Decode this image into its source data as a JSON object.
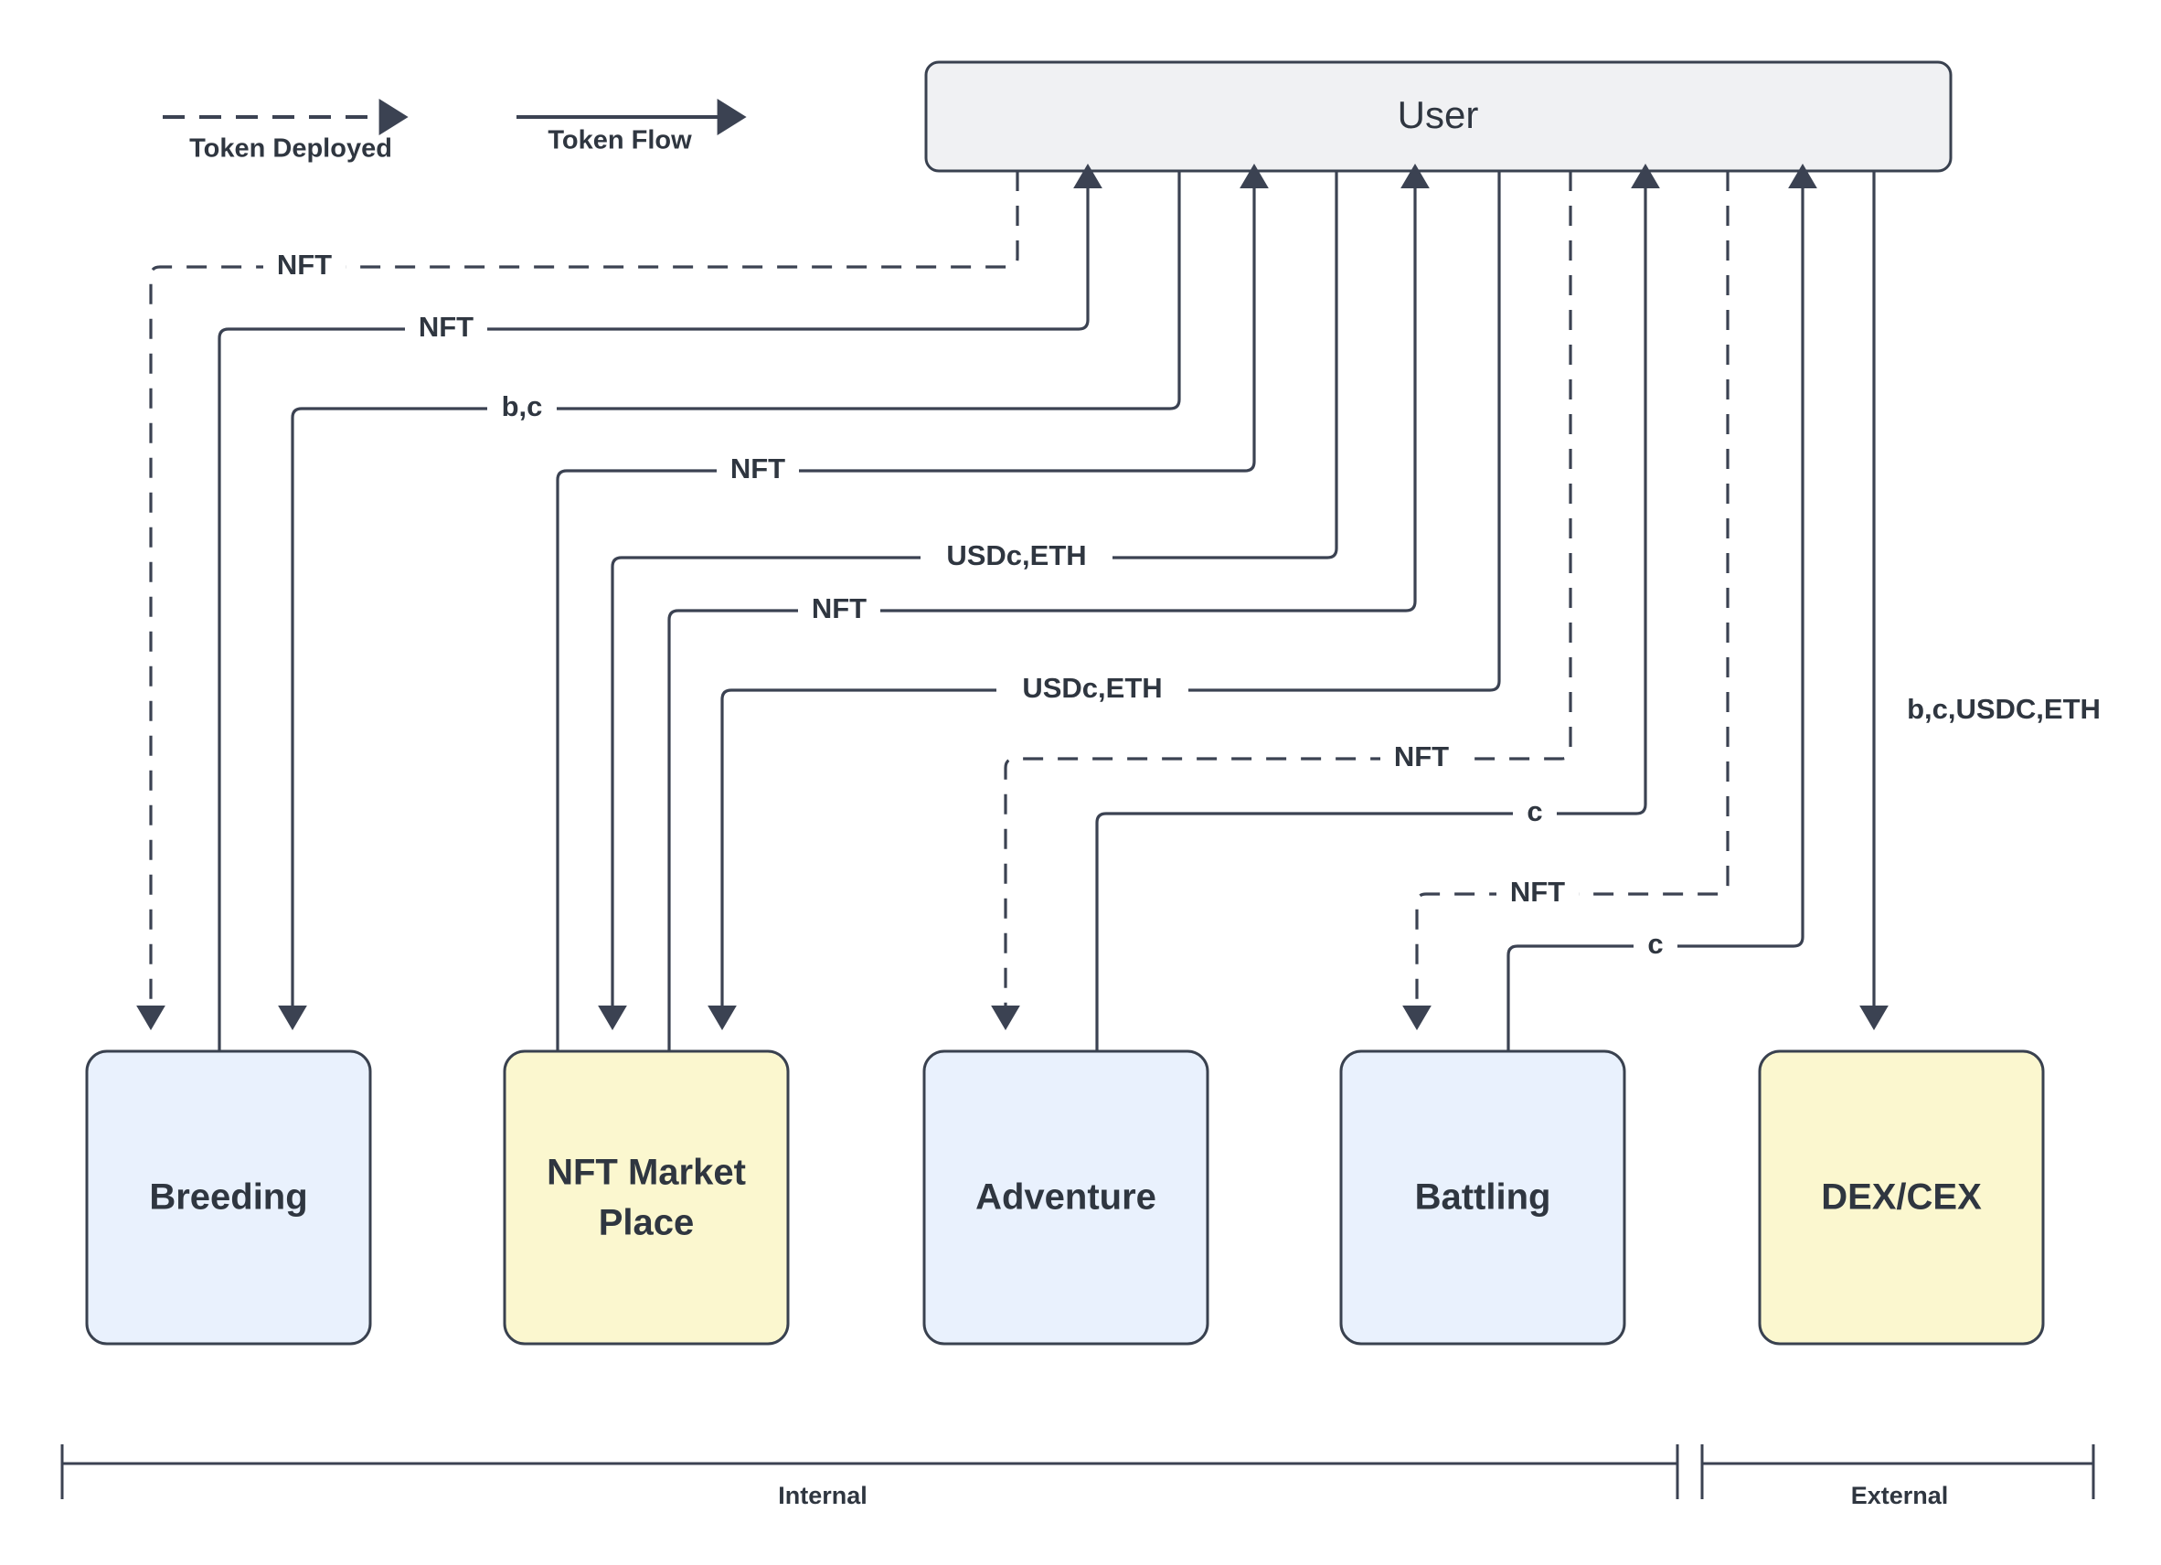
{
  "diagram": {
    "title_node": {
      "label": "User"
    },
    "legend": [
      {
        "id": "token-deployed",
        "label": "Token Deployed",
        "style": "dashed"
      },
      {
        "id": "token-flow",
        "label": "Token Flow",
        "style": "solid"
      }
    ],
    "nodes": [
      {
        "id": "breeding",
        "label": "Breeding",
        "fill": "#e9f1fd",
        "stroke": "#39414f",
        "group": "Internal"
      },
      {
        "id": "nft-market",
        "label": "NFT Market\nPlace",
        "line1": "NFT Market",
        "line2": "Place",
        "fill": "#fbf7cf",
        "stroke": "#39414f",
        "group": "Internal"
      },
      {
        "id": "adventure",
        "label": "Adventure",
        "fill": "#e9f1fd",
        "stroke": "#39414f",
        "group": "Internal"
      },
      {
        "id": "battling",
        "label": "Battling",
        "fill": "#e9f1fd",
        "stroke": "#39414f",
        "group": "Internal"
      },
      {
        "id": "dex-cex",
        "label": "DEX/CEX",
        "fill": "#fbf7cf",
        "stroke": "#39414f",
        "group": "External"
      }
    ],
    "user_node": {
      "id": "user",
      "label": "User",
      "fill": "#f0f1f3",
      "stroke": "#39414f"
    },
    "edges": [
      {
        "id": "e1",
        "label": "NFT",
        "from": "user",
        "to": "breeding",
        "style": "dashed",
        "direction": "down"
      },
      {
        "id": "e2",
        "label": "NFT",
        "from": "breeding",
        "to": "user",
        "style": "solid",
        "direction": "up"
      },
      {
        "id": "e3",
        "label": "b,c",
        "from": "user",
        "to": "breeding",
        "style": "solid",
        "direction": "down"
      },
      {
        "id": "e4",
        "label": "NFT",
        "from": "nft-market",
        "to": "user",
        "style": "solid",
        "direction": "up"
      },
      {
        "id": "e5",
        "label": "USDc,ETH",
        "from": "user",
        "to": "nft-market",
        "style": "solid",
        "direction": "down"
      },
      {
        "id": "e6",
        "label": "NFT",
        "from": "nft-market",
        "to": "user",
        "style": "solid",
        "direction": "up"
      },
      {
        "id": "e7",
        "label": "USDc,ETH",
        "from": "user",
        "to": "nft-market",
        "style": "solid",
        "direction": "down"
      },
      {
        "id": "e8",
        "label": "NFT",
        "from": "user",
        "to": "adventure",
        "style": "dashed",
        "direction": "down"
      },
      {
        "id": "e9",
        "label": "c",
        "from": "adventure",
        "to": "user",
        "style": "solid",
        "direction": "up"
      },
      {
        "id": "e10",
        "label": "NFT",
        "from": "user",
        "to": "battling",
        "style": "dashed",
        "direction": "down"
      },
      {
        "id": "e11",
        "label": "c",
        "from": "battling",
        "to": "user",
        "style": "solid",
        "direction": "up"
      },
      {
        "id": "e12",
        "label": "b,c,USDC,ETH",
        "from": "user",
        "to": "dex-cex",
        "style": "solid",
        "direction": "down"
      }
    ],
    "brackets": [
      {
        "id": "internal",
        "label": "Internal"
      },
      {
        "id": "external",
        "label": "External"
      }
    ]
  }
}
